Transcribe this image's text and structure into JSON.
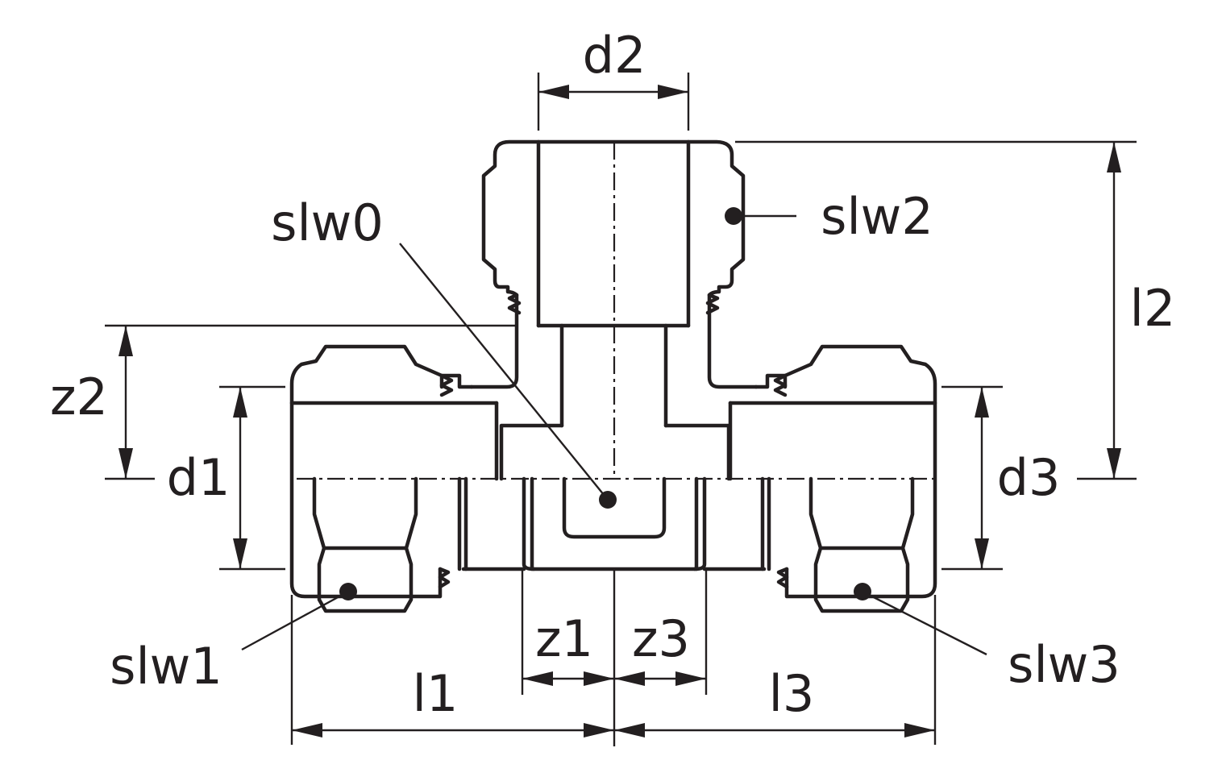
{
  "labels": {
    "d1": "d1",
    "d2": "d2",
    "d3": "d3",
    "z1": "z1",
    "z2": "z2",
    "z3": "z3",
    "l1": "l1",
    "l2": "l2",
    "l3": "l3",
    "slw0": "slw0",
    "slw1": "slw1",
    "slw2": "slw2",
    "slw3": "slw3"
  },
  "colors": {
    "line": "#231f20",
    "background": "#ffffff"
  }
}
